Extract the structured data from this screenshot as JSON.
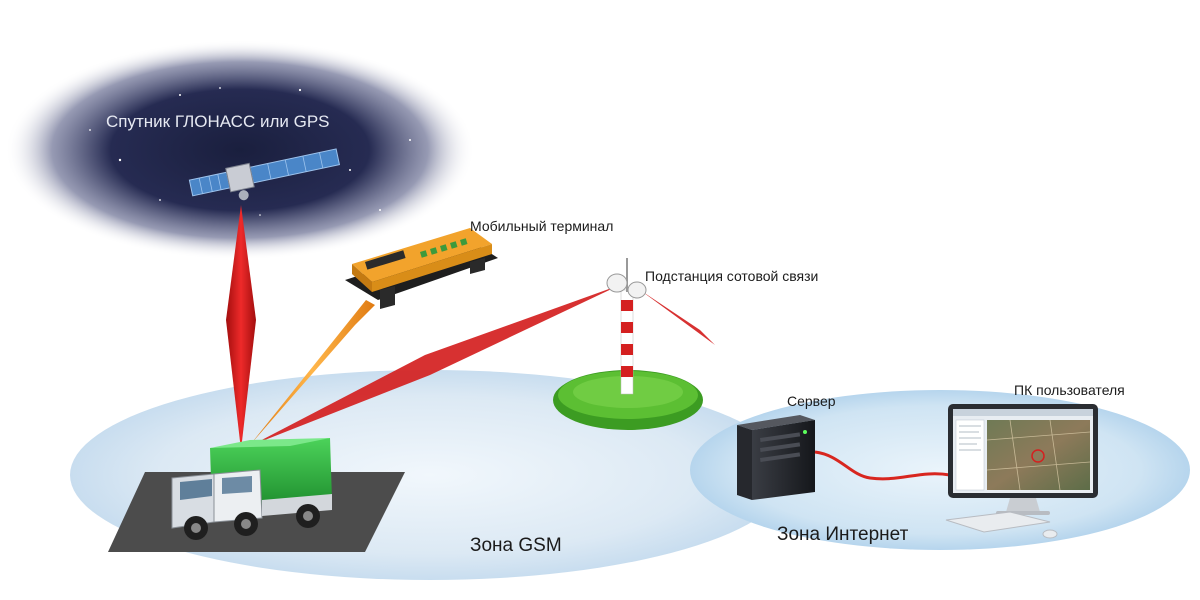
{
  "labels": {
    "satellite": "Спутник ГЛОНАСС или GPS",
    "mobile_terminal": "Мобильный терминал",
    "cell_tower": "Подстанция сотовой связи",
    "server": "Сервер",
    "user_pc": "ПК пользователя",
    "gsm_zone": "Зона GSM",
    "internet_zone": "Зона Интернет"
  },
  "colors": {
    "gsm_zone": "#dbeaf5",
    "internet_zone": "#c9e2f3",
    "satellite_sky": "#1b2040",
    "signal_red": "#d21b1b",
    "terminal_beam": "#f29a2e",
    "truck_cargo": "#2aa63c",
    "terminal_body": "#f2a32c",
    "grass": "#3c9c22",
    "cable": "#d8261f"
  },
  "icons": {
    "satellite": "satellite-icon",
    "terminal": "gps-terminal-icon",
    "tower": "cell-tower-icon",
    "truck": "truck-icon",
    "server": "server-icon",
    "pc": "monitor-icon"
  }
}
